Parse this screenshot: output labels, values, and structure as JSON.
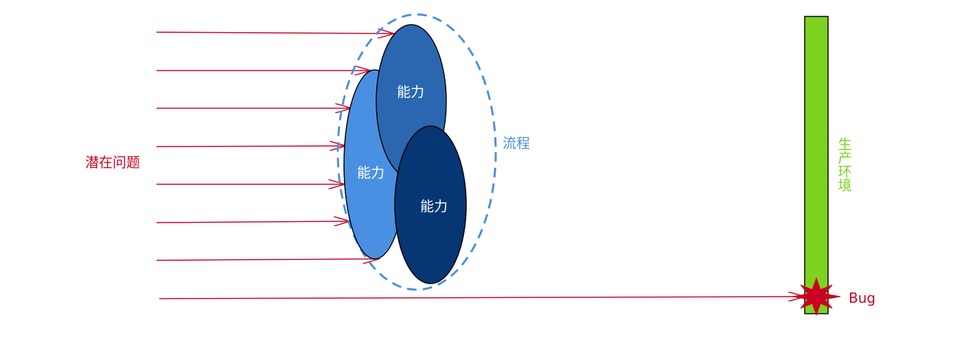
{
  "labels": {
    "potential_issues": "潜在问题",
    "process": "流程",
    "capability_1": "能力",
    "capability_2": "能力",
    "capability_3": "能力",
    "production_env": "生产环境",
    "bug": "Bug"
  },
  "colors": {
    "arrow": "#cc0022",
    "issue_text": "#cc0022",
    "process_border": "#4a90d9",
    "process_text": "#4a90d9",
    "capability_light": "#4a90e2",
    "capability_mid": "#2b67b0",
    "capability_dark": "#063673",
    "capability_text": "#ffffff",
    "production_bar": "#7ed321",
    "production_text": "#7ed321",
    "bug_star": "#cc0022",
    "bug_text": "#cc0022"
  }
}
